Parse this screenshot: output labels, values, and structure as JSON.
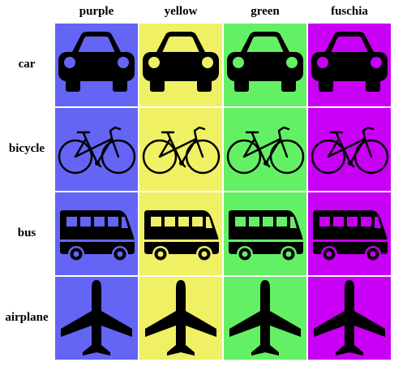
{
  "columns": [
    {
      "label": "purple",
      "color": "#6464f5"
    },
    {
      "label": "yellow",
      "color": "#f0f064"
    },
    {
      "label": "green",
      "color": "#64f064"
    },
    {
      "label": "fuschia",
      "color": "#c800f5"
    }
  ],
  "rows": [
    {
      "label": "car",
      "icon": "car-icon"
    },
    {
      "label": "bicycle",
      "icon": "bicycle-icon"
    },
    {
      "label": "bus",
      "icon": "bus-icon"
    },
    {
      "label": "airplane",
      "icon": "airplane-icon"
    }
  ]
}
